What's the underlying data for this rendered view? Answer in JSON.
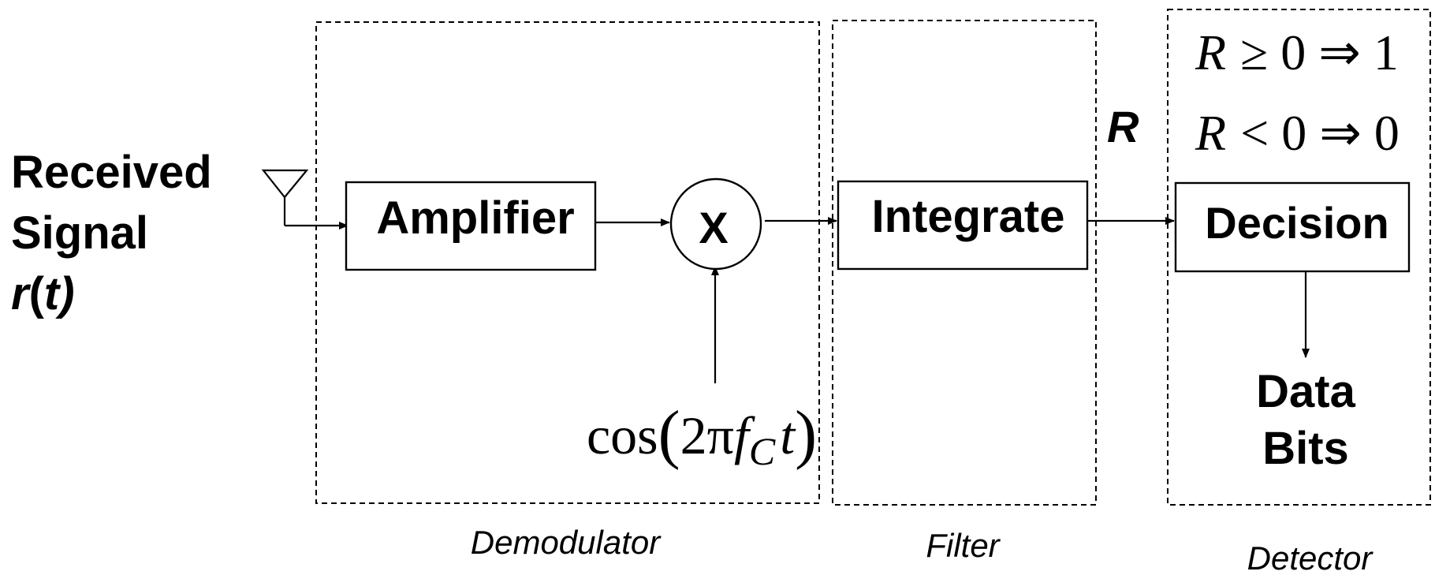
{
  "input": {
    "line1": "Received",
    "line2": "Signal",
    "r": "r",
    "paren_open": "(",
    "t": "t",
    "paren_close": ")"
  },
  "stages": {
    "demodulator": "Demodulator",
    "filter": "Filter",
    "detector": "Detector"
  },
  "blocks": {
    "amplifier": "Amplifier",
    "mixer": "X",
    "integrate": "Integrate",
    "decision": "Decision"
  },
  "carrier": {
    "cos": "cos",
    "lparen": "(",
    "two_pi": "2π",
    "f": "f",
    "sub": "C",
    "t": "t",
    "rparen": ")"
  },
  "r_label": "R",
  "rules": {
    "rule1_R": "R",
    "rule1_rest": "≥ 0 ⇒ 1",
    "rule2_R": "R",
    "rule2_rest": "< 0 ⇒ 0"
  },
  "output": {
    "line1": "Data",
    "line2": "Bits"
  },
  "icons": {
    "antenna": "antenna-icon",
    "arrow": "arrow-icon"
  }
}
